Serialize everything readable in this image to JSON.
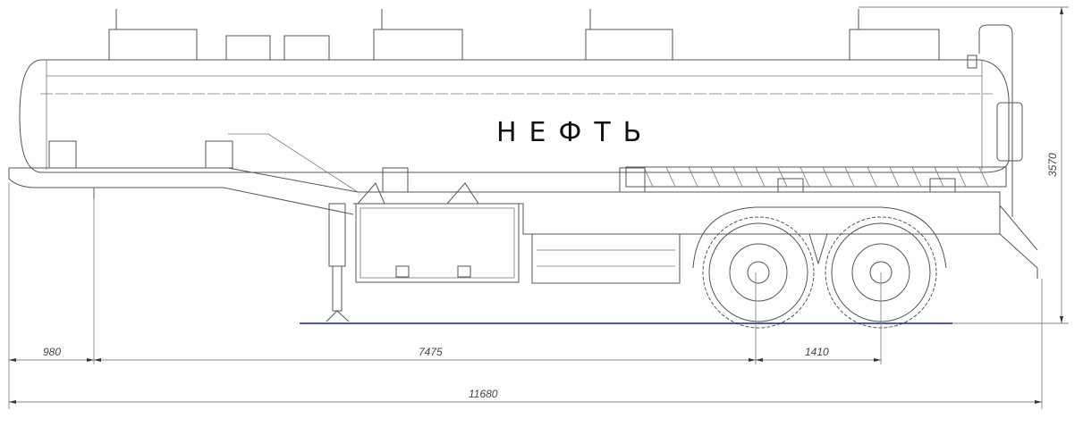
{
  "drawing": {
    "cargo_label": "НЕФТЬ",
    "ground_color": "#1a1aa0",
    "dimensions": {
      "front_overhang": "980",
      "kingpin_to_axle": "7475",
      "axle_spacing": "1410",
      "overall_length": "11680",
      "overall_height": "3570"
    }
  }
}
